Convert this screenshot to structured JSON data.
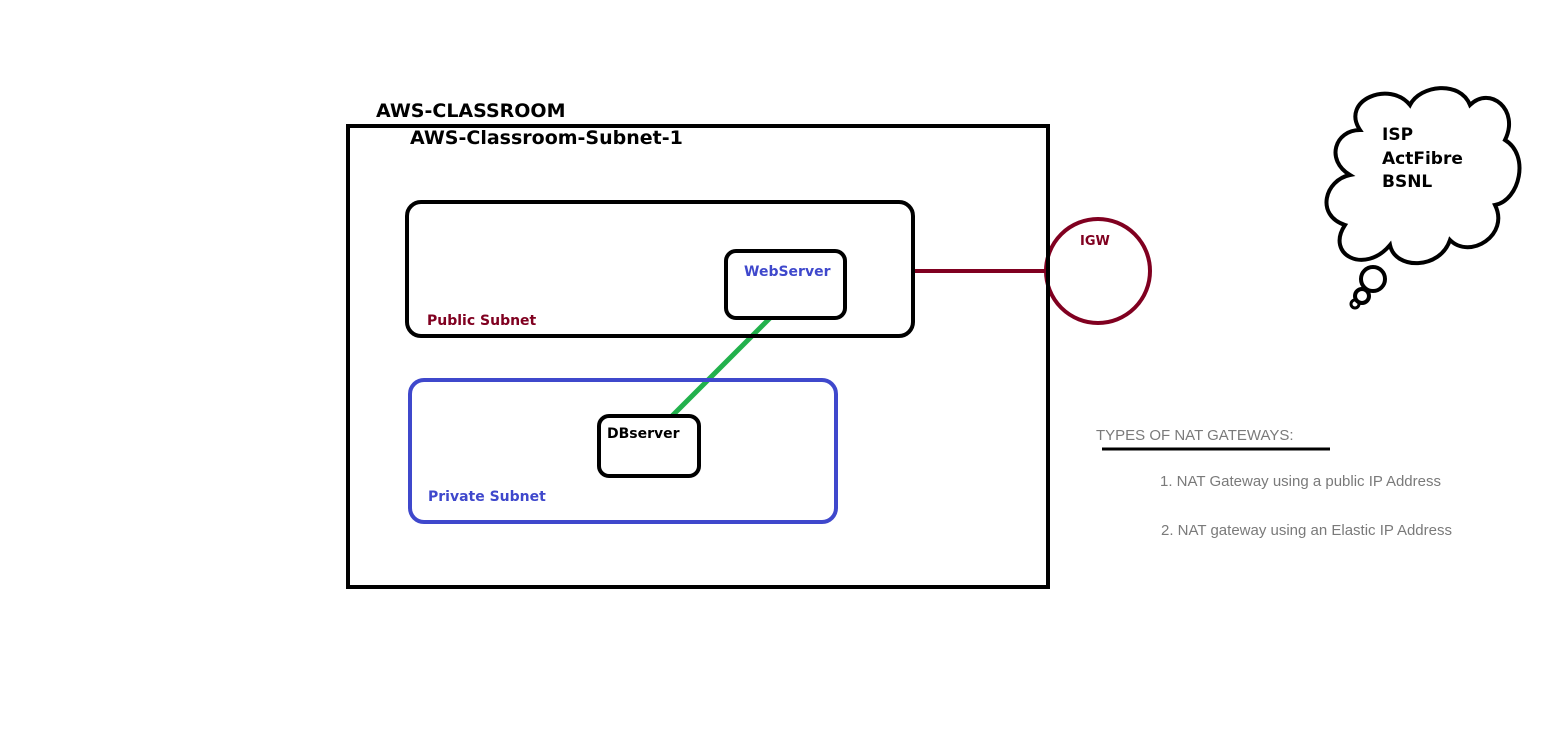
{
  "vpc": {
    "title": "AWS-CLASSROOM",
    "subnet_title": "AWS-Classroom-Subnet-1"
  },
  "public_subnet": {
    "label": "Public Subnet",
    "color": "#800020"
  },
  "private_subnet": {
    "label": "Private Subnet",
    "color": "#3f48cc"
  },
  "webserver": {
    "label": "WebServer",
    "color": "#3f48cc"
  },
  "dbserver": {
    "label": "DBserver"
  },
  "igw": {
    "label": "IGW",
    "color": "#800020"
  },
  "link_color": "#22b14c",
  "isp_cloud": {
    "lines": [
      "ISP",
      "ActFibre",
      "BSNL"
    ]
  },
  "nat_types": {
    "heading": "TYPES OF NAT GATEWAYS:",
    "items": [
      "1. NAT Gateway using a public IP Address",
      "2. NAT gateway using an Elastic IP Address"
    ]
  }
}
